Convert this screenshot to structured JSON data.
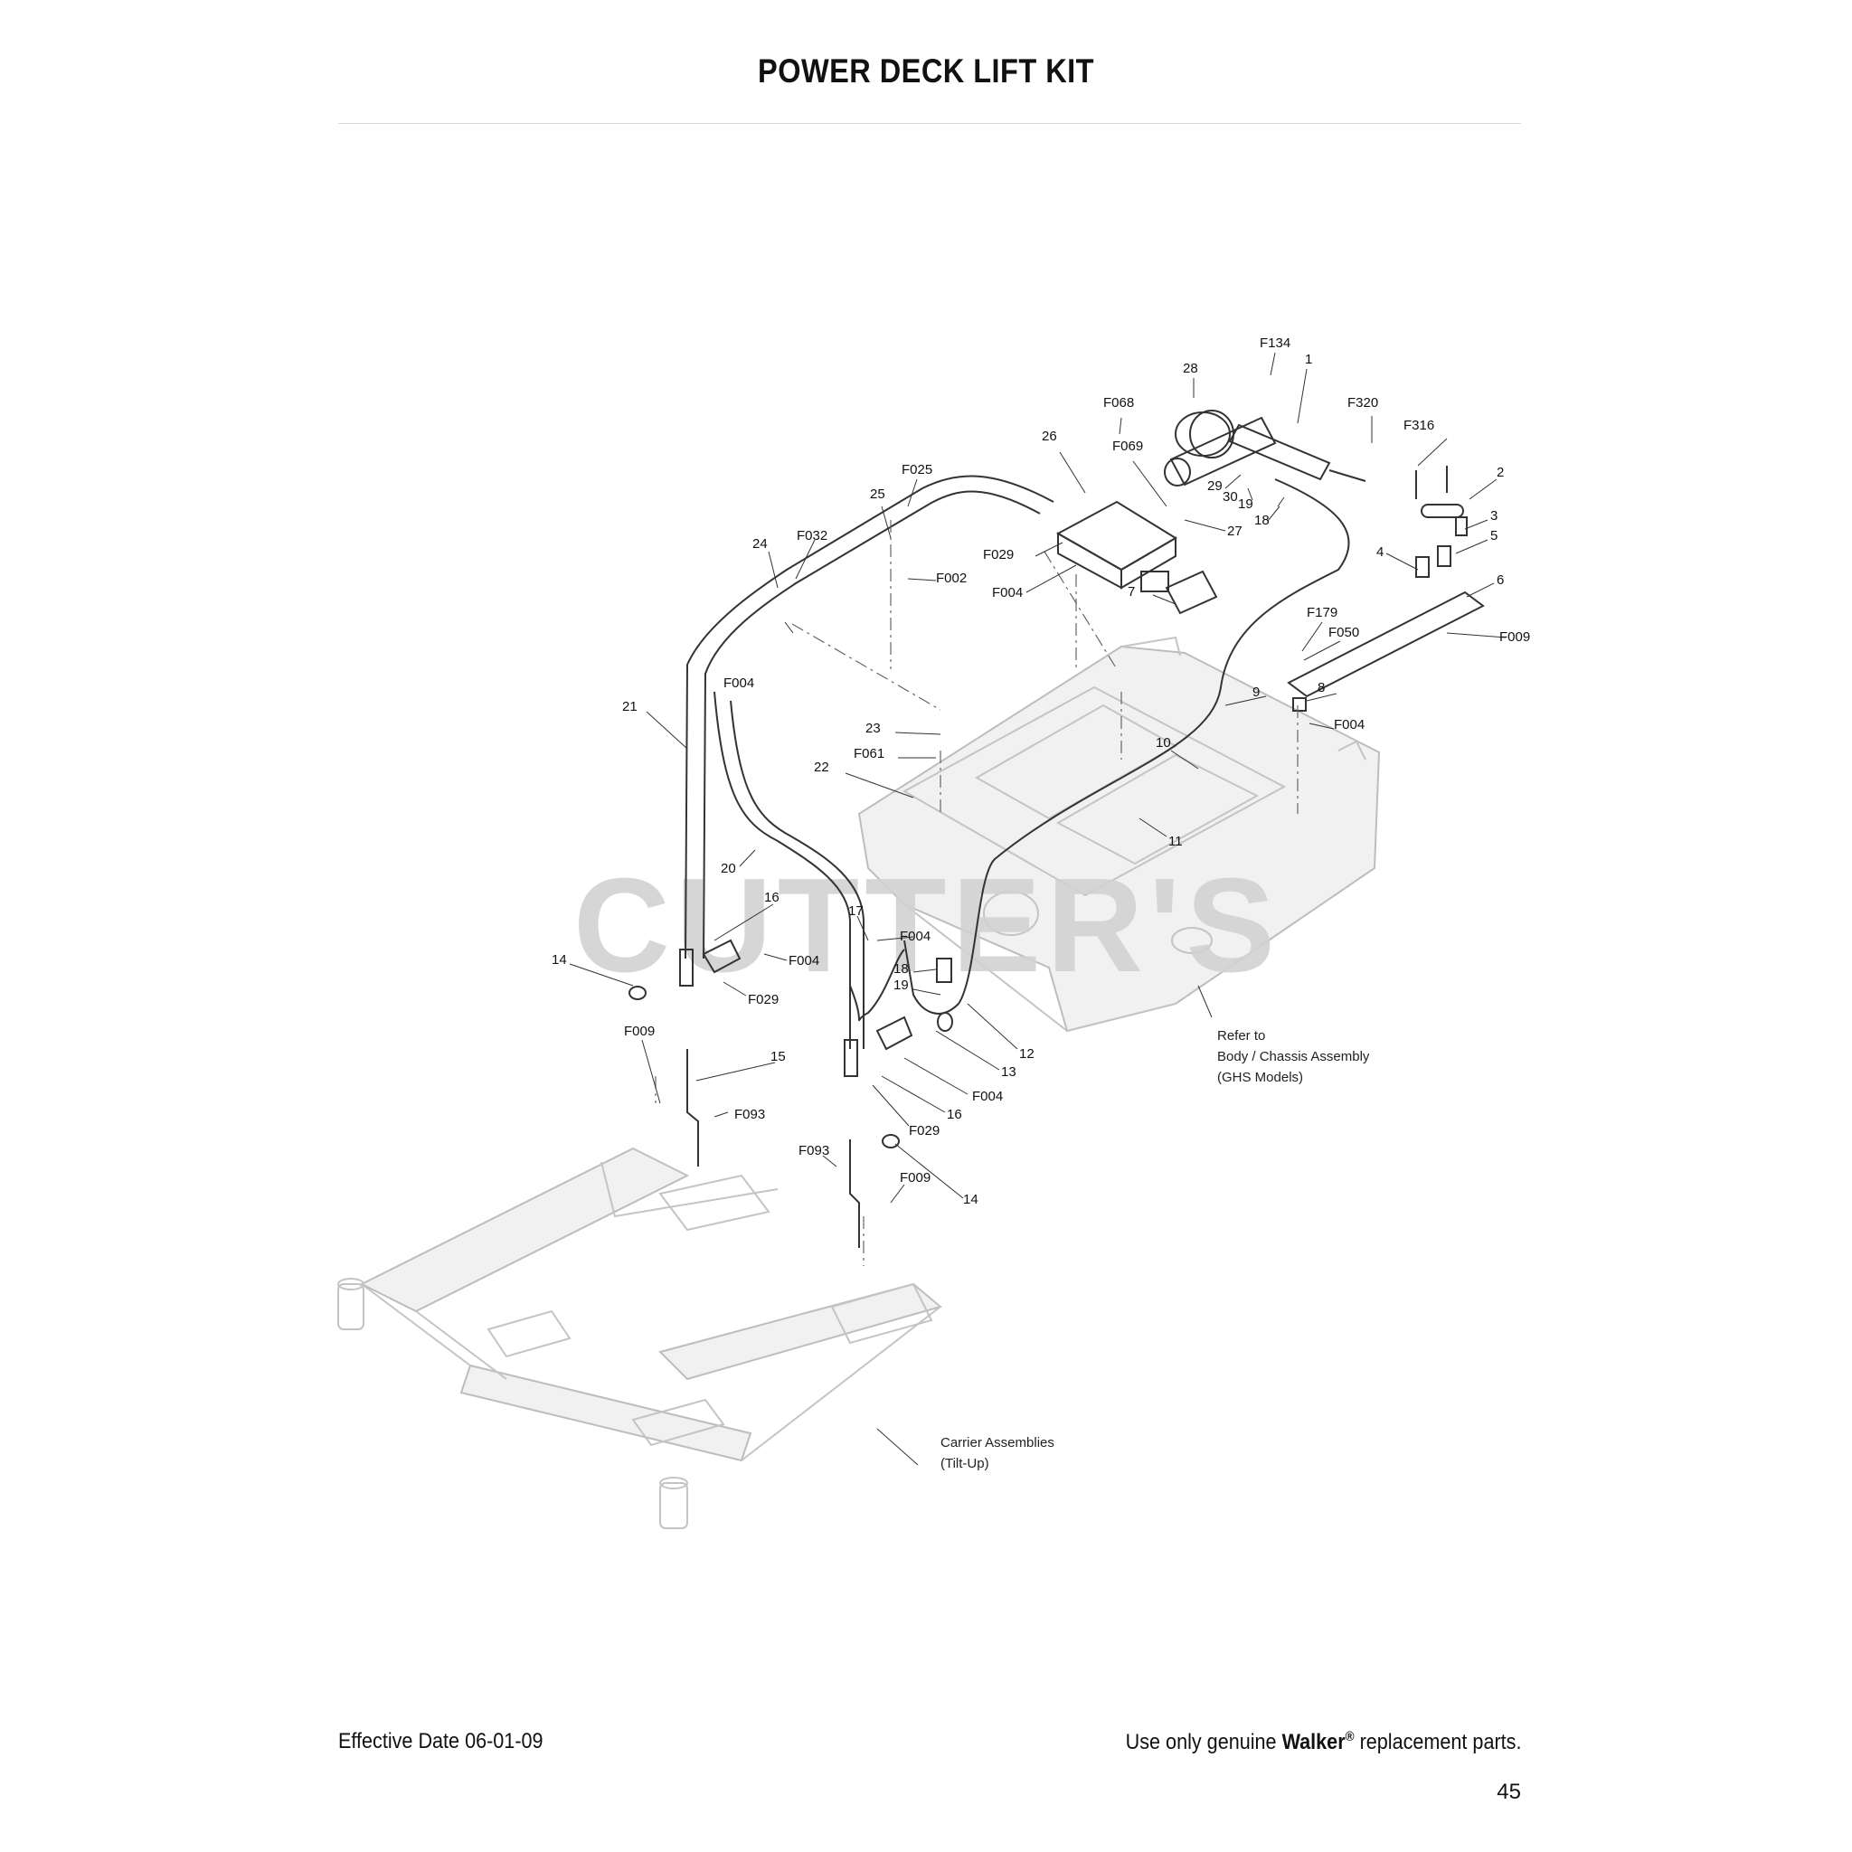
{
  "page": {
    "title": "POWER DECK LIFT KIT",
    "effective_date": "Effective Date 06-01-09",
    "footer_prefix": "Use only genuine",
    "brand": "Walker",
    "registered_mark": "®",
    "footer_suffix": "replacement parts.",
    "page_number": "45"
  },
  "watermark": "CUTTER'S",
  "notes": {
    "body_chassis": [
      "Refer to",
      "Body / Chassis Assembly",
      "(GHS Models)"
    ],
    "carrier": [
      "Carrier Assemblies",
      "(Tilt-Up)"
    ]
  },
  "callouts": [
    "F134",
    "1",
    "28",
    "F320",
    "F068",
    "F316",
    "26",
    "F069",
    "2",
    "29",
    "30",
    "19",
    "18",
    "F025",
    "27",
    "3",
    "5",
    "25",
    "F029",
    "4",
    "F032",
    "F002",
    "24",
    "F004",
    "7",
    "6",
    "F179",
    "F050",
    "F009",
    "F004",
    "9",
    "8",
    "21",
    "F004",
    "23",
    "10",
    "F061",
    "22",
    "11",
    "20",
    "16",
    "17",
    "F004",
    "F004",
    "18",
    "14",
    "19",
    "F029",
    "12",
    "F009",
    "13",
    "15",
    "F004",
    "F093",
    "16",
    "F029",
    "F093",
    "F009",
    "14"
  ]
}
